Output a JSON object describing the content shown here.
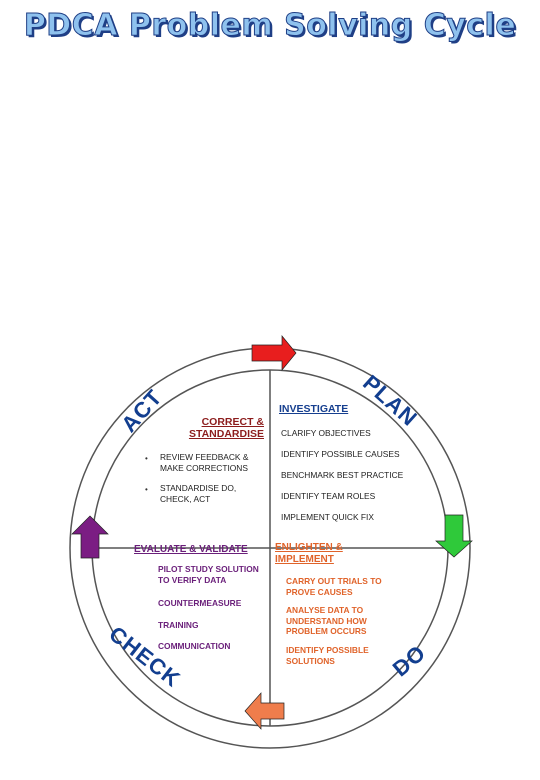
{
  "title": "PDCA Problem Solving Cycle",
  "phases": {
    "plan": "PLAN",
    "do": "DO",
    "check": "CHECK",
    "act": "ACT"
  },
  "colors": {
    "plan": "#163f8f",
    "do": "#e0632a",
    "check": "#6a1f7a",
    "act": "#8c1c1c",
    "arrow_top": "#e81e1e",
    "arrow_right": "#2fc93a",
    "arrow_bottom": "#ef7d4c",
    "arrow_left": "#7b1d83"
  },
  "act": {
    "heading_line1": "CORRECT &",
    "heading_line2": "STANDARDISE",
    "items": [
      {
        "bullet": "•",
        "line1": "REVIEW FEEDBACK &",
        "line2": "MAKE CORRECTIONS"
      },
      {
        "bullet": "•",
        "line1": "STANDARDISE DO,",
        "line2": "CHECK, ACT"
      }
    ]
  },
  "plan": {
    "heading": "INVESTIGATE",
    "items": [
      "CLARIFY OBJECTIVES",
      "IDENTIFY POSSIBLE CAUSES",
      "BENCHMARK BEST PRACTICE",
      "IDENTIFY TEAM ROLES",
      "IMPLEMENT QUICK FIX"
    ]
  },
  "check": {
    "heading": "EVALUATE & VALIDATE",
    "items": [
      {
        "line1": "PILOT STUDY SOLUTION",
        "line2": "TO VERIFY DATA"
      },
      {
        "line1": "COUNTERMEASURE",
        "line2": ""
      },
      {
        "line1": "TRAINING",
        "line2": ""
      },
      {
        "line1": "COMMUNICATION",
        "line2": ""
      }
    ]
  },
  "do": {
    "heading_line1": "ENLIGHTEN &",
    "heading_line2": "IMPLEMENT",
    "items": [
      {
        "line1": "CARRY OUT TRIALS TO",
        "line2": "PROVE CAUSES",
        "line3": ""
      },
      {
        "line1": "ANALYSE DATA TO",
        "line2": "UNDERSTAND HOW",
        "line3": "PROBLEM OCCURS"
      },
      {
        "line1": "IDENTIFY POSSIBLE",
        "line2": "SOLUTIONS",
        "line3": ""
      }
    ]
  }
}
